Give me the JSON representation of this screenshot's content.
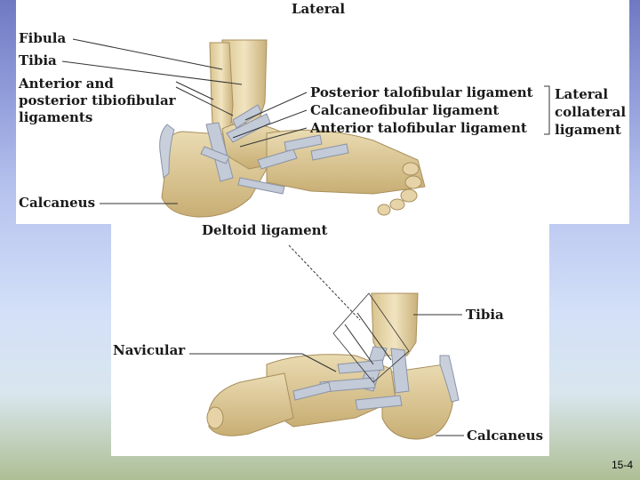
{
  "top_figure": {
    "view_label": "Lateral",
    "labels": {
      "fibula": "Fibula",
      "tibia": "Tibia",
      "tibiofibular_line1": "Anterior and",
      "tibiofibular_line2": "posterior tibiofibular",
      "tibiofibular_line3": "ligaments",
      "calcaneus": "Calcaneus",
      "posterior_talofibular": "Posterior talofibular ligament",
      "calcaneofibular": "Calcaneofibular ligament",
      "anterior_talofibular": "Anterior talofibular ligament",
      "lateral_collateral_line1": "Lateral",
      "lateral_collateral_line2": "collateral",
      "lateral_collateral_line3": "ligament"
    }
  },
  "bottom_figure": {
    "labels": {
      "deltoid": "Deltoid ligament",
      "tibia": "Tibia",
      "navicular": "Navicular",
      "calcaneus": "Calcaneus"
    }
  },
  "slide_number": "15-4",
  "colors": {
    "bone": "#e2cf9f",
    "bone_shade": "#c9b27a",
    "ligament": "#b9c1cf",
    "ligament_dark": "#7f8aa0",
    "leader": "#333333"
  }
}
